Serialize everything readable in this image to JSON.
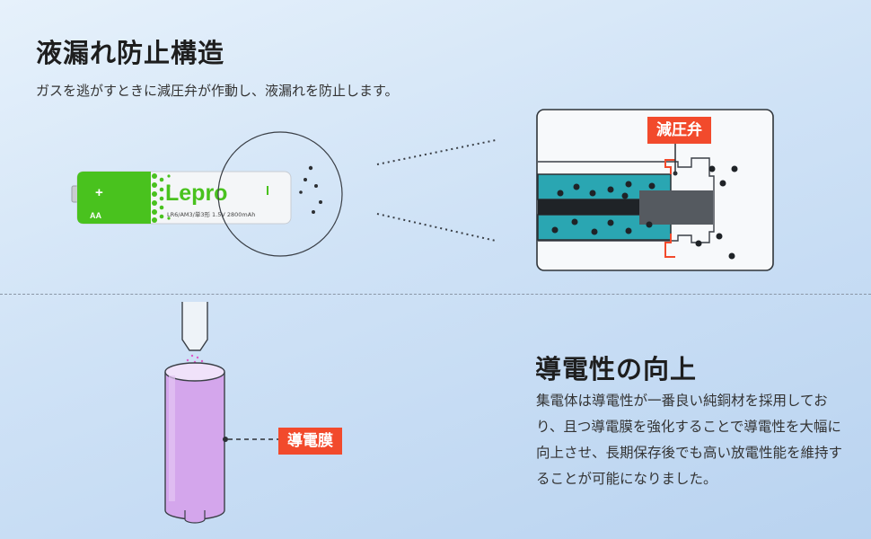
{
  "top_section": {
    "title": "液漏れ防止構造",
    "description": "ガスを逃がすときに減圧弁が作動し、液漏れを防止します。",
    "valve_label": "減圧弁"
  },
  "battery": {
    "brand": "Lepro",
    "size": "AA",
    "spec": "LR6/AM3/単3形 1.5V 2800mAh",
    "plus": "+"
  },
  "bottom_section": {
    "title": "導電性の向上",
    "description": "集電体は導電性が一番良い純銅材を採用しており、且つ導電膜を強化することで導電性を大幅に向上させ、長期保存後でも高い放電性能を維持することが可能になりました。",
    "film_label": "導電膜"
  },
  "colors": {
    "accent": "#f24a2c",
    "battery_green": "#49c21e",
    "electrolyte_teal": "#2aa6b2",
    "film_purple": "#d4a6ec"
  }
}
